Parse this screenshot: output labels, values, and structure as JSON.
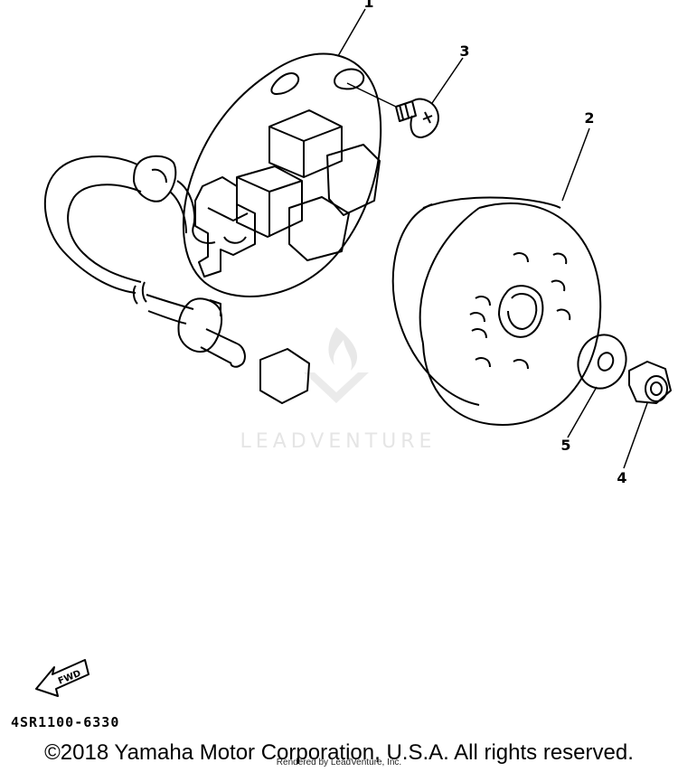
{
  "callouts": [
    {
      "label": "1"
    },
    {
      "label": "2"
    },
    {
      "label": "3"
    },
    {
      "label": "4"
    },
    {
      "label": "5"
    }
  ],
  "fwd_label": "FWD",
  "part_code": "4SR1100-6330",
  "copyright": "©2018 Yamaha Motor Corporation, U.S.A. All rights reserved.",
  "rendered_by": "Rendered by LeadVenture, Inc.",
  "watermark": "LEADVENTURE"
}
